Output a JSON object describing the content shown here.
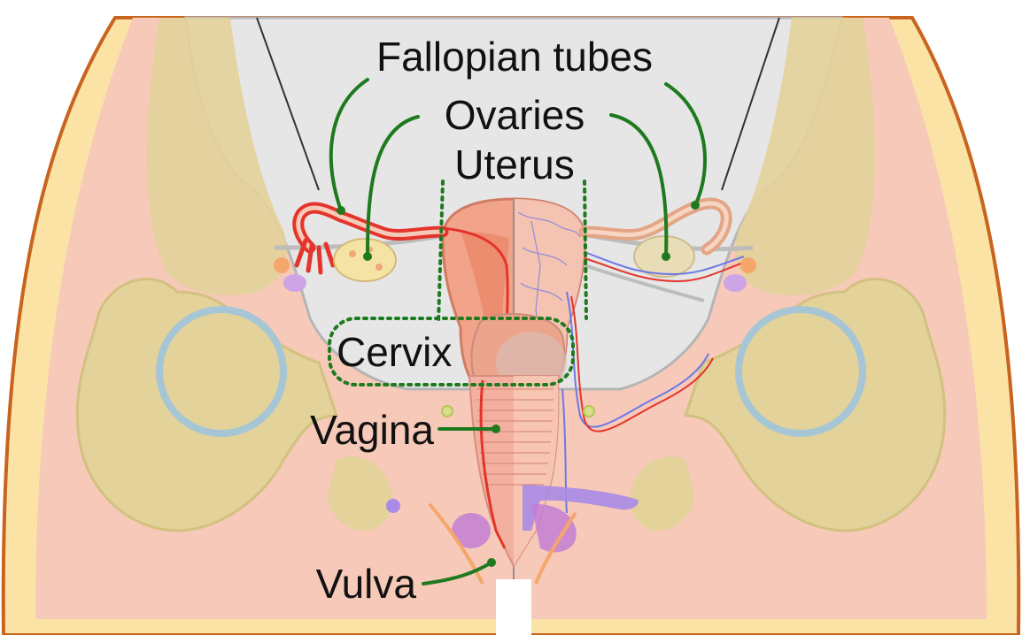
{
  "labels": {
    "fallopian_tubes": "Fallopian tubes",
    "ovaries": "Ovaries",
    "uterus": "Uterus",
    "cervix": "Cervix",
    "vagina": "Vagina",
    "vulva": "Vulva"
  },
  "colors": {
    "skin_outer": "#fbe3a6",
    "skin_edge": "#c8641e",
    "muscle": "#f6c9b8",
    "bone": "#e3d29a",
    "peritoneum": "#e6e6e6",
    "organ_pink": "#f1a48a",
    "vessel_red": "#e4342c",
    "vessel_blue": "#6f78e6",
    "leader_green": "#1f7a1f",
    "bladder_purple": "#b48ae6"
  }
}
